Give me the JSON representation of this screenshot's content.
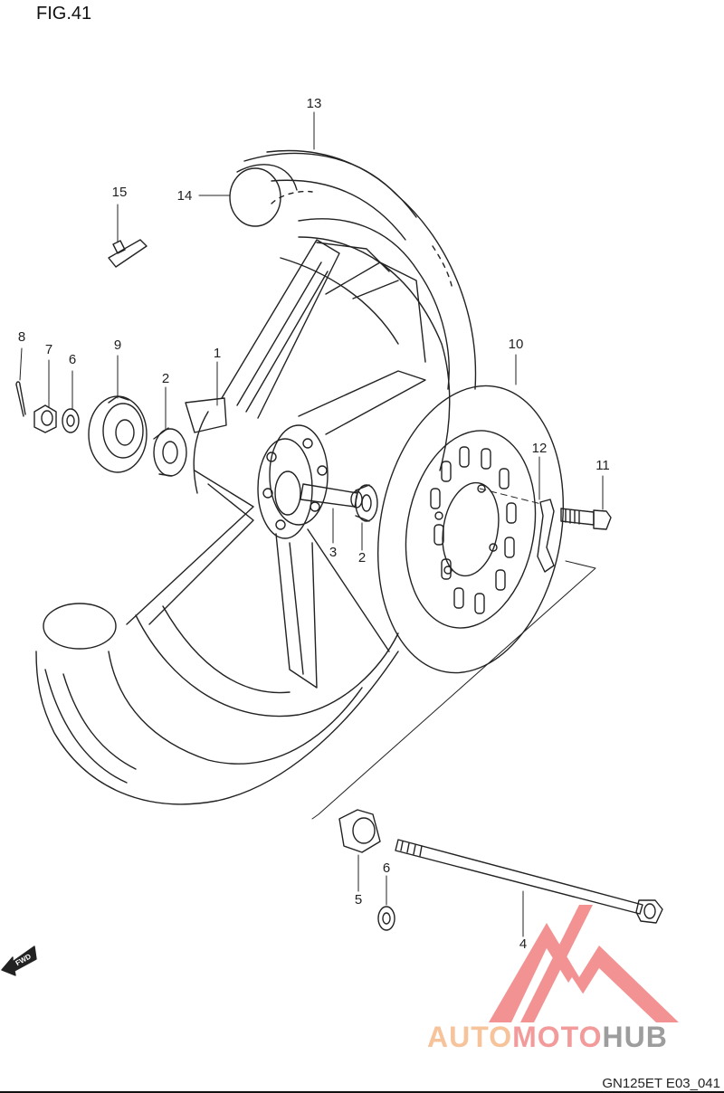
{
  "figure": {
    "title": "FIG.41",
    "code": "GN125ET E03_041"
  },
  "parts": [
    {
      "id": "part-1",
      "number": "1"
    },
    {
      "id": "part-2a",
      "number": "2"
    },
    {
      "id": "part-2b",
      "number": "2"
    },
    {
      "id": "part-3",
      "number": "3"
    },
    {
      "id": "part-4",
      "number": "4"
    },
    {
      "id": "part-5",
      "number": "5"
    },
    {
      "id": "part-6a",
      "number": "6"
    },
    {
      "id": "part-6b",
      "number": "6"
    },
    {
      "id": "part-7",
      "number": "7"
    },
    {
      "id": "part-8",
      "number": "8"
    },
    {
      "id": "part-9",
      "number": "9"
    },
    {
      "id": "part-10",
      "number": "10"
    },
    {
      "id": "part-11",
      "number": "11"
    },
    {
      "id": "part-12",
      "number": "12"
    },
    {
      "id": "part-13",
      "number": "13"
    },
    {
      "id": "part-14",
      "number": "14"
    },
    {
      "id": "part-15",
      "number": "15"
    }
  ],
  "direction_indicator": {
    "label": "FWD"
  },
  "watermark": {
    "part1": "AUTO",
    "part2": "MOTO",
    "part3": "HUB",
    "colors": {
      "auto": "#f5b98a",
      "moto": "#f28a8a",
      "hub": "#8c8c8c",
      "triangle": "#f27f7f"
    }
  },
  "colors": {
    "line": "#222222",
    "background": "#ffffff"
  }
}
